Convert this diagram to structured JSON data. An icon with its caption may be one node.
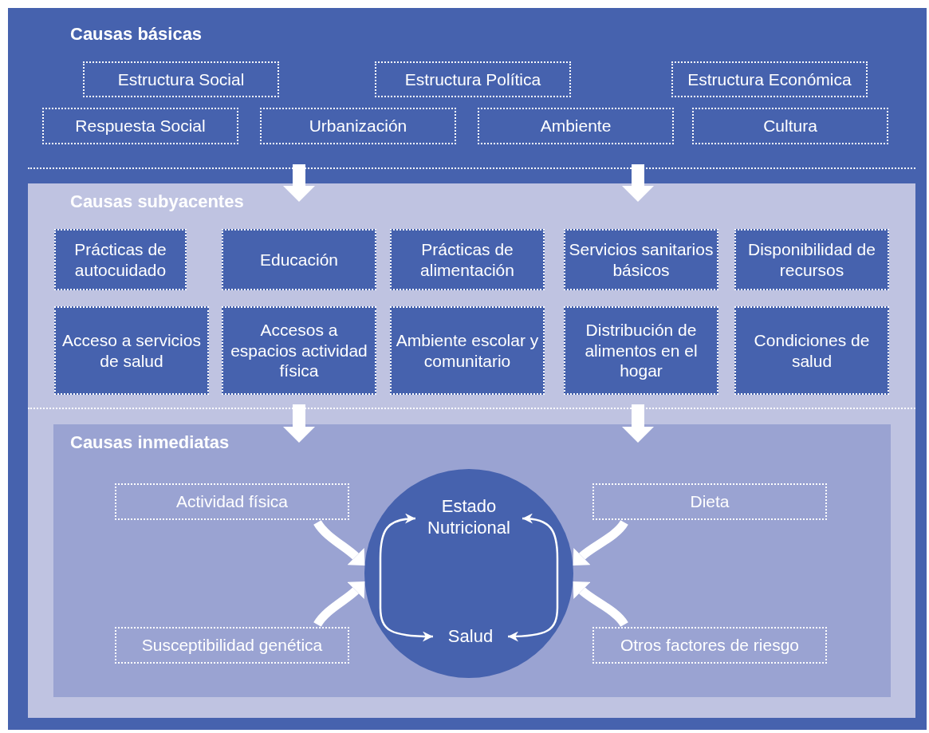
{
  "diagram": {
    "nodes": [
      {
        "text": [
          "Causas básicas"
        ]
      },
      {
        "text": [
          "Estructura Social"
        ],
        "in": 0
      },
      {
        "text": [
          "Estructura Política"
        ],
        "in": 0
      },
      {
        "text": [
          "Estructura Económica"
        ],
        "in": 0
      },
      {
        "text": [
          "Respuesta Social"
        ],
        "in": 0
      },
      {
        "text": [
          "Urbanización"
        ],
        "in": 0
      },
      {
        "text": [
          "Ambiente"
        ],
        "in": 0
      },
      {
        "text": [
          "Cultura"
        ],
        "in": 0
      },
      {
        "text": [
          "Causas subyacentes"
        ]
      },
      {
        "text": [
          "Prácticas de autocuidado"
        ],
        "in": 8
      },
      {
        "text": [
          "Educación"
        ],
        "in": 8
      },
      {
        "text": [
          "Prácticas de alimentación"
        ],
        "in": 8
      },
      {
        "text": [
          "Servicios sanitarios básicos"
        ],
        "in": 8
      },
      {
        "text": [
          "Disponibilidad de recursos"
        ],
        "in": 8
      },
      {
        "text": [
          "Acceso a servicios de salud"
        ],
        "in": 8
      },
      {
        "text": [
          "Accesos a espacios actividad física"
        ],
        "in": 8
      },
      {
        "text": [
          "Ambiente escolar y comunitario"
        ],
        "in": 8
      },
      {
        "text": [
          "Distribución de alimentos en el hogar"
        ],
        "in": 8
      },
      {
        "text": [
          "Condiciones de salud"
        ],
        "in": 8
      },
      {
        "text": [
          "Causas inmediatas"
        ]
      },
      {
        "text": [
          "Actividad física"
        ],
        "in": 19
      },
      {
        "text": [],
        "shape": "circle",
        "in": 19
      },
      {
        "text": [
          "Estado Nutricional"
        ],
        "in": 21
      },
      {
        "text": [
          "Salud"
        ],
        "in": 21
      },
      {
        "text": [
          "Dieta"
        ],
        "in": 19
      },
      {
        "text": [
          "Susceptibilidad genética"
        ],
        "in": 19
      },
      {
        "text": [
          "Otros factores de riesgo"
        ],
        "in": 19
      }
    ],
    "edges": [
      {
        "from": 0,
        "to": 8,
        "arrow": "to"
      },
      {
        "from": 0,
        "to": 8,
        "arrow": "to"
      },
      {
        "from": 8,
        "to": 19,
        "arrow": "to"
      },
      {
        "from": 8,
        "to": 19,
        "arrow": "to"
      },
      {
        "from": 20,
        "to": 21,
        "arrow": "to"
      },
      {
        "from": 24,
        "to": 21,
        "arrow": "to"
      },
      {
        "from": 25,
        "to": 21,
        "arrow": "to"
      },
      {
        "from": 26,
        "to": 21,
        "arrow": "to"
      },
      {
        "from": 22,
        "to": 23,
        "arrow": "both"
      },
      {
        "from": 22,
        "to": 23,
        "arrow": "both"
      }
    ]
  }
}
